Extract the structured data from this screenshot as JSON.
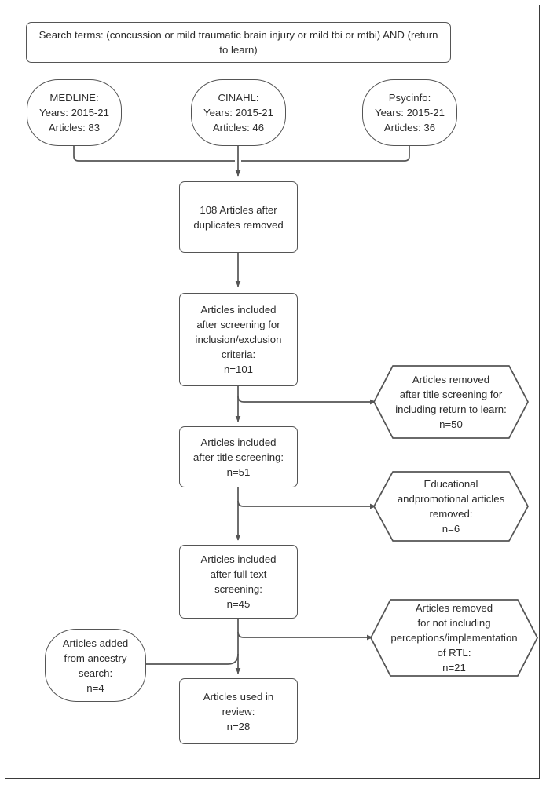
{
  "diagram": {
    "title": "PRISMA article selection flow diagram",
    "colors": {
      "frame": "#3a3a3a",
      "node_border": "#555555",
      "connector": "#555555",
      "text": "#2b2b2b",
      "background": "#ffffff"
    },
    "search_box": {
      "text": "Search terms: (concussion or mild traumatic brain injury or mild tbi or mtbi) AND (return to learn)"
    },
    "databases": [
      {
        "name": "medline",
        "text": "MEDLINE:\nYears: 2015-21\nArticles: 83",
        "label": "MEDLINE",
        "years": "2015-21",
        "articles": 83
      },
      {
        "name": "cinahl",
        "text": "CINAHL:\nYears: 2015-21\nArticles: 46",
        "label": "CINAHL",
        "years": "2015-21",
        "articles": 46
      },
      {
        "name": "psycinfo",
        "text": "Psycinfo:\nYears: 2015-21\nArticles: 36",
        "label": "Psycinfo",
        "years": "2015-21",
        "articles": 36
      }
    ],
    "flow": [
      {
        "name": "duplicates-removed",
        "text": "108 Articles after\nduplicates removed",
        "count": 108
      },
      {
        "name": "inclusion-exclusion-screening",
        "text": "Articles included\nafter screening for\ninclusion/exclusion\ncriteria:\nn=101",
        "count": 101
      },
      {
        "name": "title-screening",
        "text": "Articles included\nafter title screening:\nn=51",
        "count": 51
      },
      {
        "name": "full-text-screening",
        "text": "Articles included\nafter full text\nscreening:\nn=45",
        "count": 45
      },
      {
        "name": "articles-used-in-review",
        "text": "Articles used in\nreview:\nn=28",
        "count": 28
      }
    ],
    "exclusions": [
      {
        "name": "removed-title-screening",
        "text": "Articles removed\nafter title screening for\nincluding return to learn:\nn=50",
        "count": 50
      },
      {
        "name": "removed-educational-promotional",
        "text": "Educational\nandpromotional articles\nremoved:\nn=6",
        "count": 6
      },
      {
        "name": "removed-not-including-perceptions",
        "text": "Articles removed\nfor not including\nperceptions/implementation\nof RTL:\nn=21",
        "count": 21
      }
    ],
    "additions": [
      {
        "name": "ancestry-search",
        "text": "Articles added\nfrom ancestry\nsearch:\nn=4",
        "count": 4
      }
    ]
  }
}
